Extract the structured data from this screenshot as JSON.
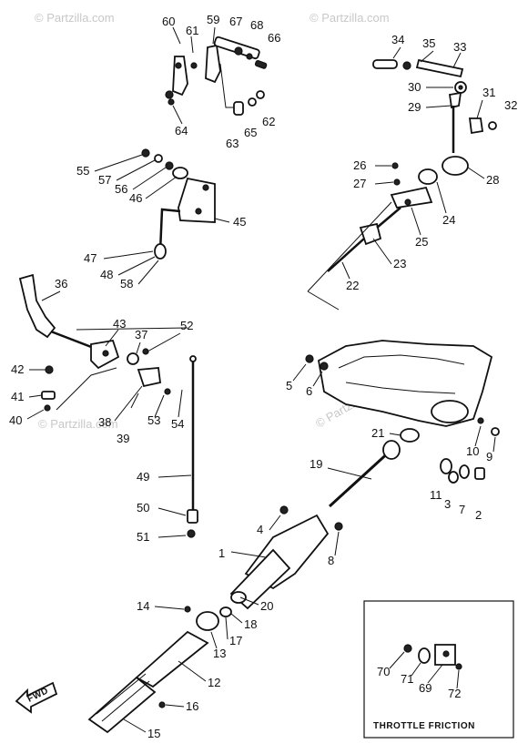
{
  "watermark": "© Partzilla.com",
  "labels": {
    "n1": "1",
    "n2": "2",
    "n3": "3",
    "n4": "4",
    "n5": "5",
    "n6": "6",
    "n7": "7",
    "n8": "8",
    "n9": "9",
    "n10": "10",
    "n11": "11",
    "n12": "12",
    "n13": "13",
    "n14": "14",
    "n15": "15",
    "n16": "16",
    "n17": "17",
    "n18": "18",
    "n19": "19",
    "n20": "20",
    "n21": "21",
    "n22": "22",
    "n23": "23",
    "n24": "24",
    "n25": "25",
    "n26": "26",
    "n27": "27",
    "n28": "28",
    "n29": "29",
    "n30": "30",
    "n31": "31",
    "n32": "32",
    "n33": "33",
    "n34": "34",
    "n35": "35",
    "n36": "36",
    "n37": "37",
    "n38": "38",
    "n39": "39",
    "n40": "40",
    "n41": "41",
    "n42": "42",
    "n43": "43",
    "n45": "45",
    "n46": "46",
    "n47": "47",
    "n48": "48",
    "n49": "49",
    "n50": "50",
    "n51": "51",
    "n52": "52",
    "n53": "53",
    "n54": "54",
    "n55": "55",
    "n56": "56",
    "n57": "57",
    "n58": "58",
    "n59": "59",
    "n60": "60",
    "n61": "61",
    "n62": "62",
    "n63": "63",
    "n64": "64",
    "n65": "65",
    "n66": "66",
    "n67": "67",
    "n68": "68",
    "n69": "69",
    "n70": "70",
    "n71": "71",
    "n72": "72"
  },
  "inset_title": "THROTTLE FRICTION",
  "fwd_label": "FWD"
}
